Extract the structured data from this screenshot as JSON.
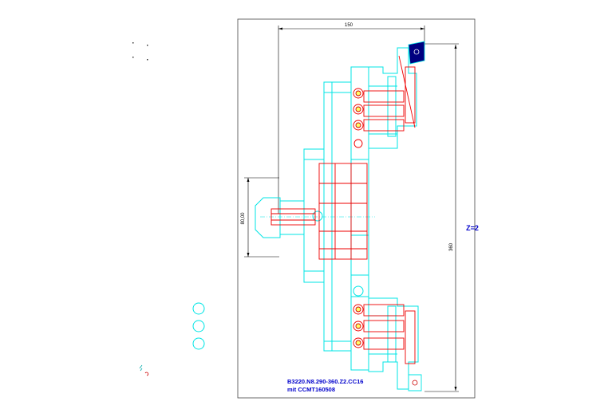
{
  "drawing": {
    "dimension_width": "150",
    "dimension_height": "360",
    "dimension_shank": "80,00",
    "teeth_label": "Z=2",
    "part_number": "B3220.N8.290-360.Z2.CC16",
    "insert_spec": "mit CCMT160508"
  },
  "colors": {
    "outline": "#00e5e5",
    "hidden": "#ee0000",
    "text": "#0000cc",
    "insert": "#000080",
    "dimension": "#000000"
  }
}
